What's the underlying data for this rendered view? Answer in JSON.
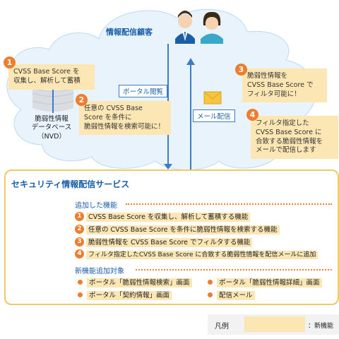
{
  "customer": {
    "label": "情報配信顧客"
  },
  "nvd": {
    "line1": "脆弱性情報",
    "line2": "データベース",
    "line3": "（NVD）"
  },
  "steps": [
    {
      "num": "1",
      "lines": [
        "CVSS Base Score を",
        "収集し、解析して蓄積"
      ]
    },
    {
      "num": "2",
      "lines": [
        "任意の CVSS Base",
        "Score を条件に",
        "脆弱性情報を検索可能に！"
      ]
    },
    {
      "num": "3",
      "lines": [
        "脆弱性情報を",
        "CVSS Base Score で",
        "フィルタ可能に！"
      ]
    },
    {
      "num": "4",
      "lines": [
        "フィルタ指定した",
        "CVSS Base Score に",
        "合致する脆弱性情報を",
        "メールで配信します"
      ]
    }
  ],
  "tags": {
    "portal": "ポータル閲覧",
    "mail": "メール配信"
  },
  "service": {
    "title": "セキュリティ情報配信サービス",
    "features_title": "追加した機能",
    "features": [
      {
        "num": "1",
        "text": "CVSS Base Score を収集し、解析して蓄積する機能"
      },
      {
        "num": "2",
        "text": "任意の CVSS Base Score を条件に脆弱性情報を検索する機能"
      },
      {
        "num": "3",
        "text": "脆弱性情報を CVSS Base Score でフィルタする機能"
      },
      {
        "num": "4",
        "text": "フィルタ指定したCVSS Base Score に合致する脆弱性情報を配信メールに追加"
      }
    ],
    "targets_title": "新機能追加対象",
    "targets": [
      "ポータル「脆弱性情報検索」画面",
      "ポータル「脆弱性情報詳細」画面",
      "ポータル「契約情報」画面",
      "配信メール"
    ]
  },
  "legend": {
    "title": "凡例",
    "text": "：新機能"
  },
  "colors": {
    "accent": "#ee7d2e",
    "highlight": "#fce7b4",
    "blue": "#1a5ea8",
    "cloud": "#e8f3fb",
    "frame": "#f0c864"
  },
  "icons": [
    "database-icon",
    "server-icon",
    "mail-icon",
    "person-icon"
  ]
}
